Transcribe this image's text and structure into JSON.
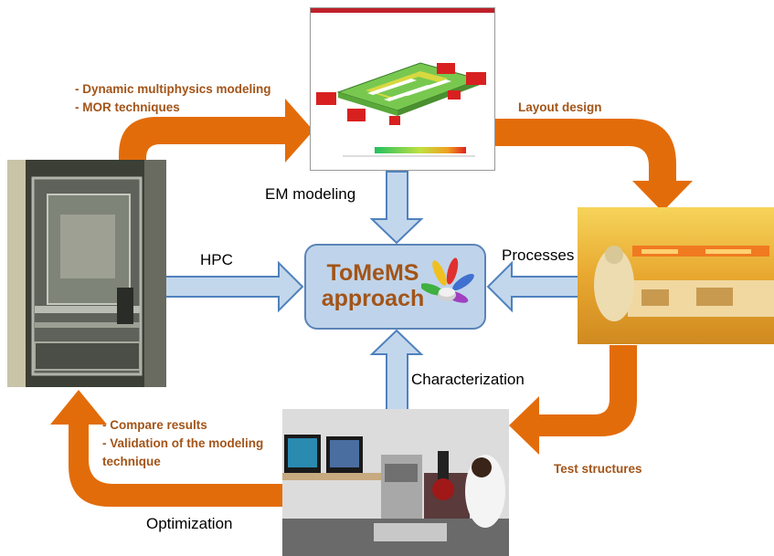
{
  "center": {
    "line1": "ToMeMS",
    "line2": "approach"
  },
  "labels": {
    "em_modeling": "EM modeling",
    "hpc": "HPC",
    "processes": "Processes",
    "characterization": "Characterization",
    "optimization": "Optimization",
    "layout_design": "Layout design",
    "test_structures": "Test structures"
  },
  "notes_top_left": [
    "- Dynamic multiphysics modeling",
    "- MOR techniques"
  ],
  "notes_bottom_left": [
    "- Compare results",
    "- Validation of the modeling",
    "technique"
  ],
  "colors": {
    "orange_arrow": "#e36c0a",
    "blue_arrow_fill": "#c3d7ec",
    "blue_arrow_stroke": "#4f81bd",
    "center_fill": "#bfd4ea",
    "text_orange": "#a35418"
  },
  "images": {
    "top": "simulation-screenshot",
    "left": "server-rack-photo",
    "right": "cleanroom-photo",
    "bottom": "lab-microscope-photo"
  }
}
